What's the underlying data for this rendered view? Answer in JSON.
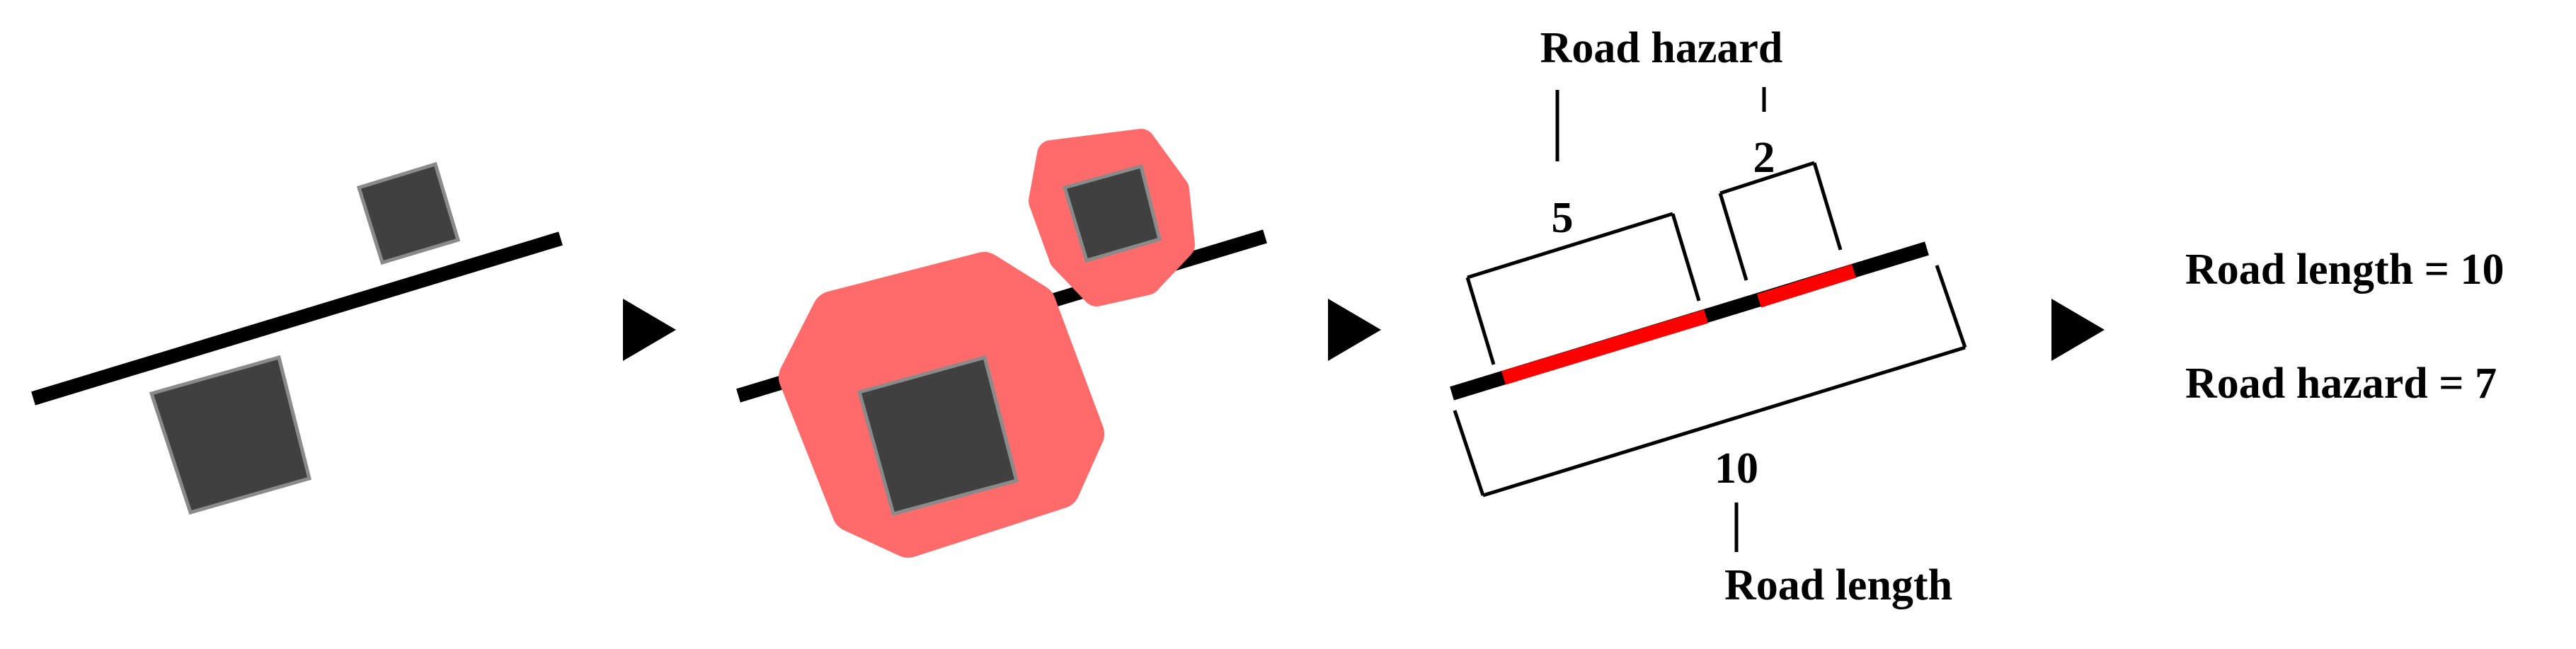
{
  "colors": {
    "road": "#000000",
    "building": "#404040",
    "building_outline": "#8a8a8a",
    "buffer": "#ff6b6b",
    "hazard_segment": "#ff0000",
    "arrow": "#000000",
    "background": "#ffffff"
  },
  "panel3": {
    "hazard_label": "Road hazard",
    "length_label": "Road length",
    "segment_a_value": "5",
    "segment_b_value": "2",
    "total_value": "10"
  },
  "result": {
    "road_length_text": "Road length = 10",
    "road_hazard_text": "Road hazard = 7"
  }
}
